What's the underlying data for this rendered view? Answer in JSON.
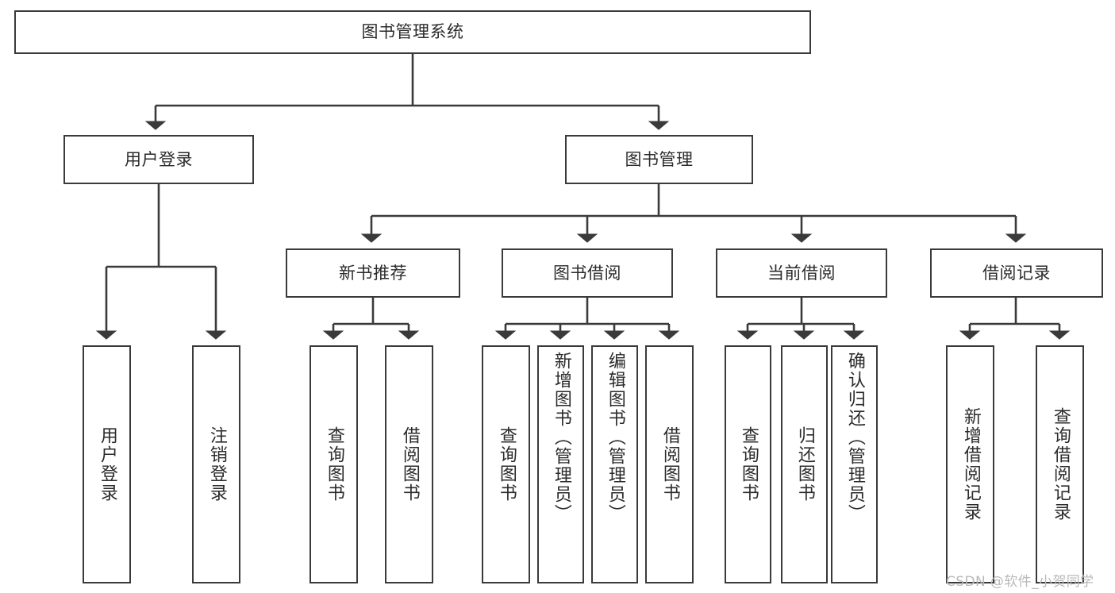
{
  "diagram": {
    "title": "图书管理系统",
    "type": "tree / functional-structure chart",
    "root": {
      "label": "图书管理系统"
    },
    "level2": [
      {
        "label": "用户登录"
      },
      {
        "label": "图书管理"
      }
    ],
    "level3": [
      {
        "label": "新书推荐"
      },
      {
        "label": "图书借阅"
      },
      {
        "label": "当前借阅"
      },
      {
        "label": "借阅记录"
      }
    ],
    "leaves": {
      "user_login": [
        {
          "label": "用户登录"
        },
        {
          "label": "注销登录"
        }
      ],
      "new_book_recommend": [
        {
          "label": "查询图书"
        },
        {
          "label": "借阅图书"
        }
      ],
      "book_borrow": [
        {
          "label": "查询图书"
        },
        {
          "label": "新增图书（管理员）"
        },
        {
          "label": "编辑图书（管理员）"
        },
        {
          "label": "借阅图书"
        }
      ],
      "current_borrow": [
        {
          "label": "查询图书"
        },
        {
          "label": "归还图书"
        },
        {
          "label": "确认归还（管理员）"
        }
      ],
      "borrow_record": [
        {
          "label": "新增借阅记录"
        },
        {
          "label": "查询借阅记录"
        }
      ]
    }
  },
  "watermark": {
    "text": "CSDN @软件_小贺同学"
  },
  "colors": {
    "stroke": "#3a3a3a",
    "background": "#ffffff",
    "text": "#2b2b2b",
    "watermark": "#b9b9b9"
  }
}
